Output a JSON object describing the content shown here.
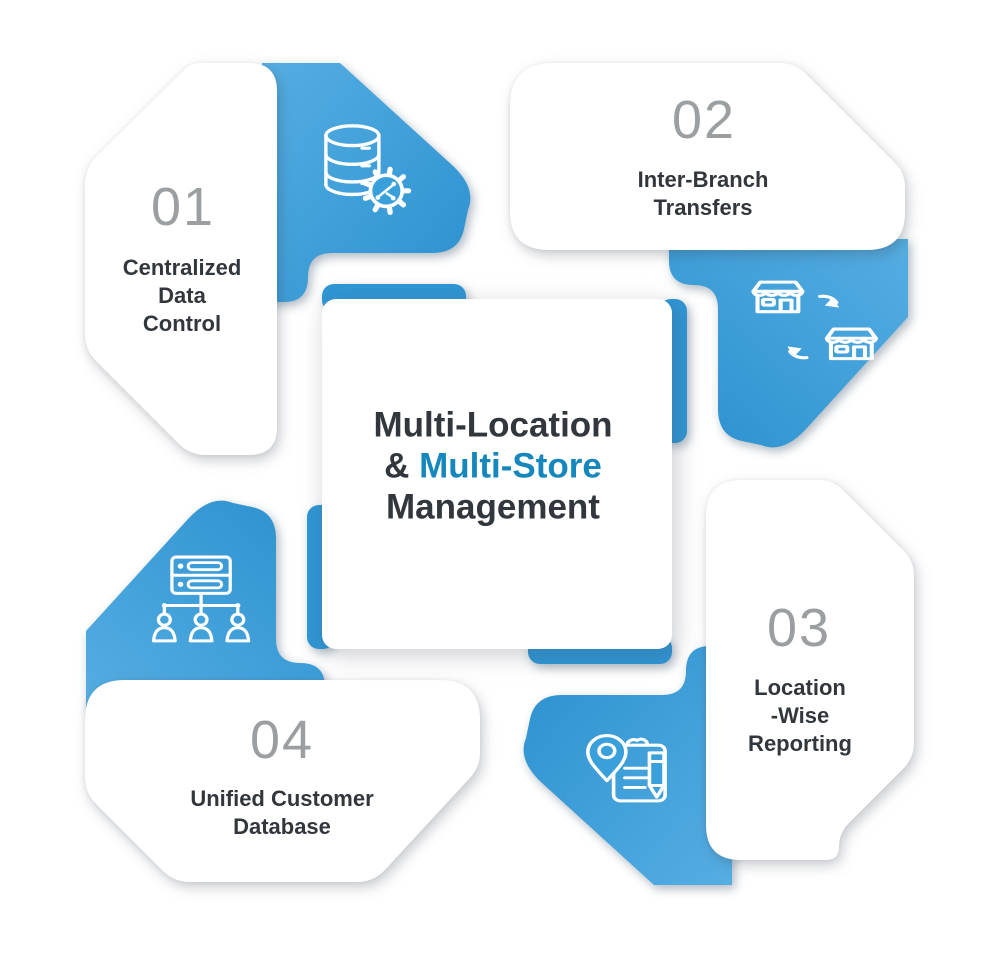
{
  "title": {
    "line1": "Multi-Location",
    "line2_prefix": "&",
    "line2_highlight": "Multi-Store",
    "line3": "Management",
    "highlight_color": "#1687BD"
  },
  "sections": [
    {
      "number": "01",
      "label_lines": [
        "Centralized",
        "Data",
        "Control"
      ],
      "icon": "database-gear"
    },
    {
      "number": "02",
      "label_lines": [
        "Inter-Branch",
        "Transfers"
      ],
      "icon": "store-transfer"
    },
    {
      "number": "03",
      "label_lines": [
        "Location",
        "-Wise",
        "Reporting"
      ],
      "icon": "location-report"
    },
    {
      "number": "04",
      "label_lines": [
        "Unified Customer",
        "Database"
      ],
      "icon": "server-users"
    }
  ],
  "colors": {
    "blue_gradient_start": "#55AEE3",
    "blue_gradient_end": "#2B90CF",
    "blue_sliver": "#2F96D4",
    "number_gray": "#9C9FA2",
    "text_dark": "#32373D",
    "highlight_blue": "#1687BD",
    "background": "#FFFFFF",
    "icon_stroke": "#FFFFFF"
  }
}
